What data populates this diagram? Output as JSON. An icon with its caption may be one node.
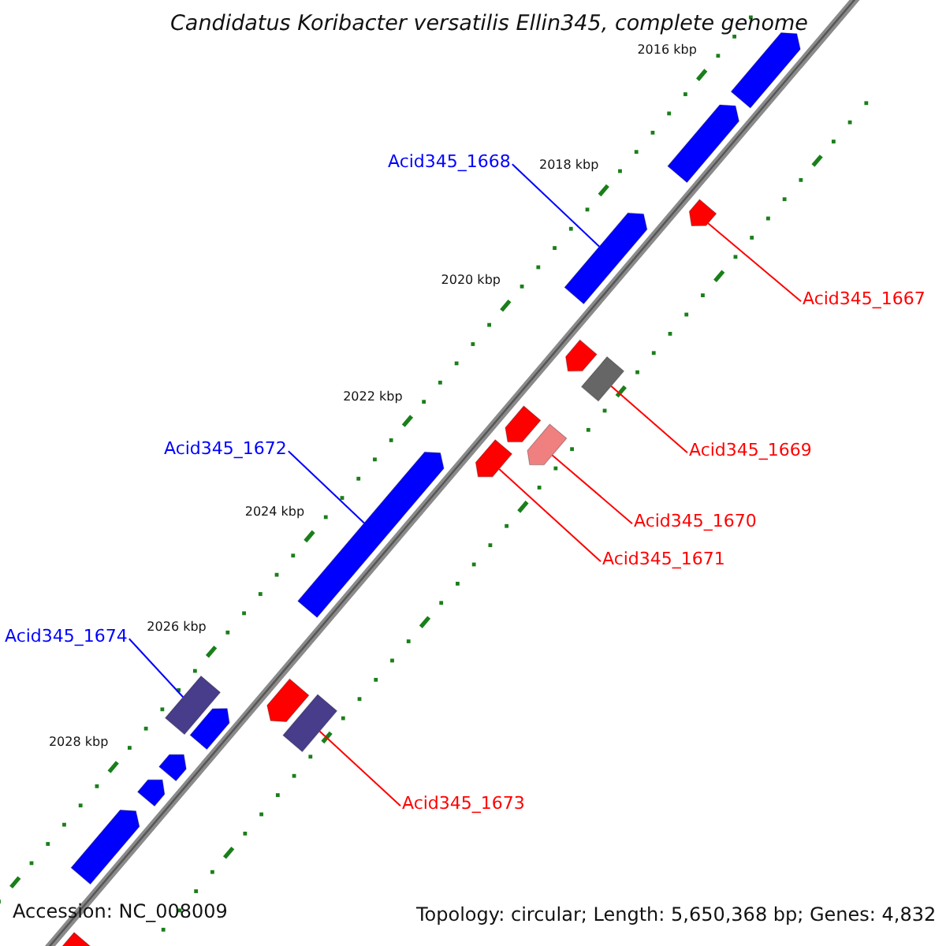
{
  "diagram": {
    "title": "Candidatus Koribacter versatilis Ellin345, complete genome",
    "nodes": [
      {
        "text": [
          "Acid345_1668"
        ]
      },
      {
        "text": [],
        "shape": "arrow"
      },
      {
        "text": [
          "Acid345_1667"
        ]
      },
      {
        "text": [],
        "shape": "arrow"
      },
      {
        "text": [
          "Acid345_1672"
        ]
      },
      {
        "text": [],
        "shape": "arrow"
      },
      {
        "text": [
          "Acid345_1669"
        ]
      },
      {
        "text": [],
        "shape": "bar"
      },
      {
        "text": [
          "Acid345_1670"
        ]
      },
      {
        "text": [],
        "shape": "arrow"
      },
      {
        "text": [
          "Acid345_1671"
        ]
      },
      {
        "text": [],
        "shape": "arrow"
      },
      {
        "text": [
          "Acid345_1674"
        ]
      },
      {
        "text": [],
        "shape": "bar"
      },
      {
        "text": [
          "Acid345_1673"
        ]
      },
      {
        "text": [],
        "shape": "bar"
      },
      {
        "text": [],
        "shape": "arrow"
      },
      {
        "text": [],
        "shape": "arrow"
      },
      {
        "text": [],
        "shape": "arrow"
      },
      {
        "text": [],
        "shape": "arrow"
      },
      {
        "text": [],
        "shape": "arrow"
      },
      {
        "text": [],
        "shape": "arrow"
      },
      {
        "text": [],
        "shape": "arrow"
      },
      {
        "text": [],
        "shape": "arrow"
      },
      {
        "text": [],
        "shape": "arrow"
      },
      {
        "text": [],
        "shape": "arrow"
      }
    ],
    "edges": [
      {
        "from": 0,
        "to": 1,
        "arrow": "none",
        "color": "#0000ff"
      },
      {
        "from": 2,
        "to": 3,
        "arrow": "none"
      },
      {
        "from": 4,
        "to": 5,
        "arrow": "none",
        "color": "#0000ff"
      },
      {
        "from": 6,
        "to": 7,
        "arrow": "none"
      },
      {
        "from": 8,
        "to": 9,
        "arrow": "none"
      },
      {
        "from": 10,
        "to": 11,
        "arrow": "none"
      },
      {
        "from": 12,
        "to": 13,
        "arrow": "none",
        "color": "#0000ff"
      },
      {
        "from": 14,
        "to": 15,
        "arrow": "none"
      }
    ],
    "labels": [
      "2016 kbp",
      "2018 kbp",
      "2020 kbp",
      "2022 kbp",
      "2024 kbp",
      "2026 kbp",
      "2028 kbp",
      "Accession: NC_008009",
      "Topology: circular; Length: 5,650,368 bp; Genes: 4,832"
    ]
  }
}
